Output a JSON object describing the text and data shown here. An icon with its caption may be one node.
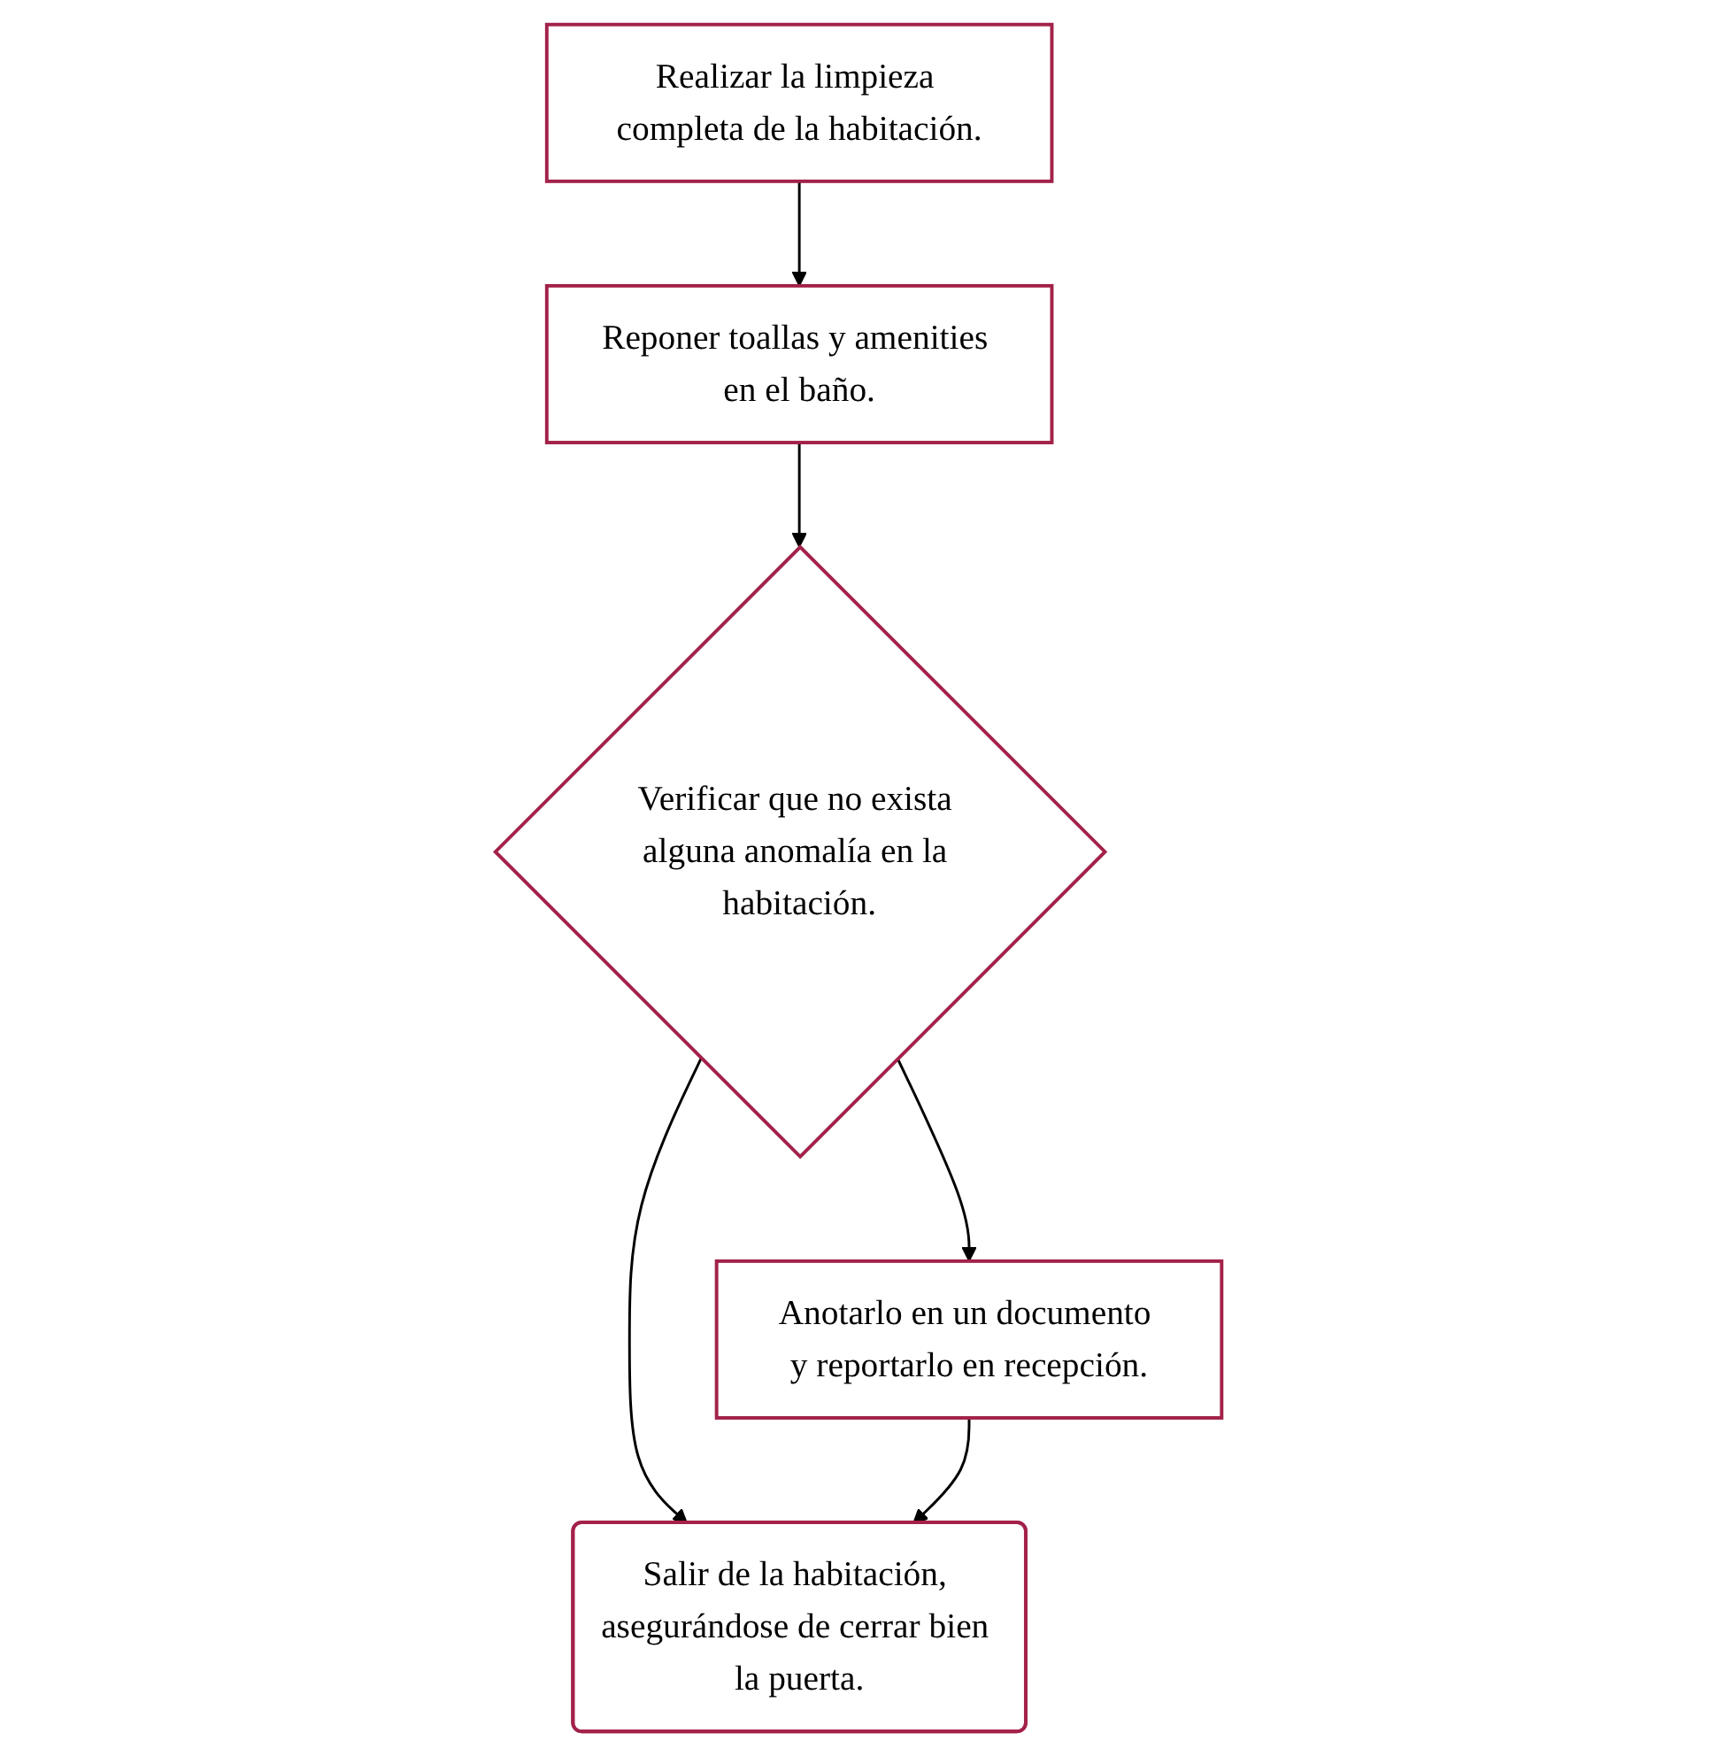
{
  "diagram": {
    "nodes": [
      {
        "text": [
          "Realizar la limpieza completa de la habitación."
        ]
      },
      {
        "text": [
          "Reponer toallas y amenities en el baño."
        ]
      },
      {
        "text": [
          "Verificar que no exista alguna anomalía en la habitación."
        ]
      },
      {
        "text": [
          "Salir de la habitación, asegurándose de cerrar bien la puerta."
        ]
      },
      {
        "text": [
          "Anotarlo en un documento y reportarlo en recepción."
        ]
      }
    ],
    "edges": [
      {
        "from": 0,
        "to": 1,
        "arrow": "to"
      },
      {
        "from": 1,
        "to": 2,
        "arrow": "to"
      },
      {
        "from": 2,
        "to": 3,
        "arrow": "to"
      },
      {
        "from": 2,
        "to": 4,
        "arrow": "to"
      },
      {
        "from": 4,
        "to": 3,
        "arrow": "to"
      }
    ]
  }
}
